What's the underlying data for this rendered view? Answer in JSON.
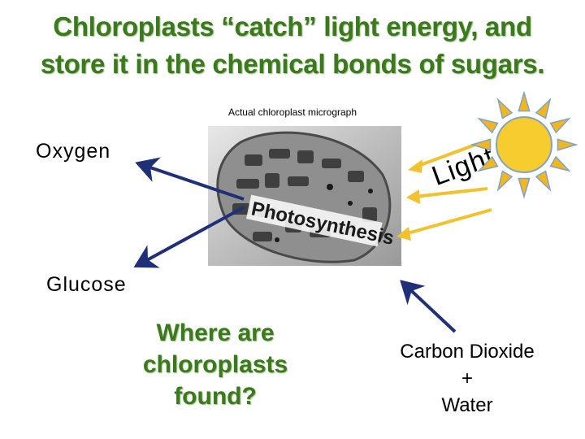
{
  "title": {
    "line1": "Chloroplasts “catch” light energy, and",
    "line2": "store it in the chemical bonds of sugars."
  },
  "micrograph": {
    "caption": "Actual chloroplast micrograph",
    "overlay_text": "Photosynthesis"
  },
  "labels": {
    "oxygen": "Oxygen",
    "glucose": "Glucose",
    "light": "Light",
    "question": [
      "Where are",
      "chloroplasts",
      "found?"
    ],
    "inputs": [
      "Carbon Dioxide",
      "+",
      "Water"
    ]
  },
  "colors": {
    "title_green": "#3a7a1c",
    "arrow_blue": "#1f2f78",
    "arrow_yellow": "#f2c12e",
    "sun_yellow": "#f7cc2f",
    "sun_ray": "#f3b71d",
    "sun_ray_stroke": "#7fa3c7"
  },
  "icons": {
    "sun": "sun-icon",
    "micrograph": "chloroplast-micrograph-image"
  }
}
